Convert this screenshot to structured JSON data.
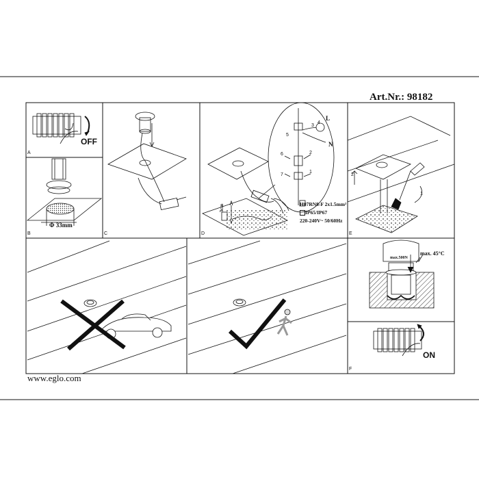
{
  "header": {
    "article_number": "Art.Nr.: 98182"
  },
  "footer": {
    "website": "www.eglo.com"
  },
  "panels": {
    "a": {
      "letter": "A",
      "action": "OFF"
    },
    "b": {
      "letter": "B",
      "diameter": "Φ 33mm"
    },
    "c": {
      "letter": "C"
    },
    "d": {
      "letter": "D",
      "cable": "H07RN8-F 2x1.5mm²",
      "protection": "IP65/IP67",
      "voltage": "220-240V~ 50/60Hz",
      "depth": "3cm",
      "callouts": [
        "1",
        "2",
        "3",
        "4",
        "5",
        "6",
        "7"
      ],
      "wire_l": "L",
      "wire_n": "N"
    },
    "e": {
      "letter": "E",
      "step1": "1",
      "step2": "2"
    },
    "f": {
      "letter": "F",
      "action": "ON",
      "max_load": "max.500N",
      "max_temp": "max. 45°C"
    }
  },
  "colors": {
    "line": "#111111",
    "hatch": "#555555"
  }
}
